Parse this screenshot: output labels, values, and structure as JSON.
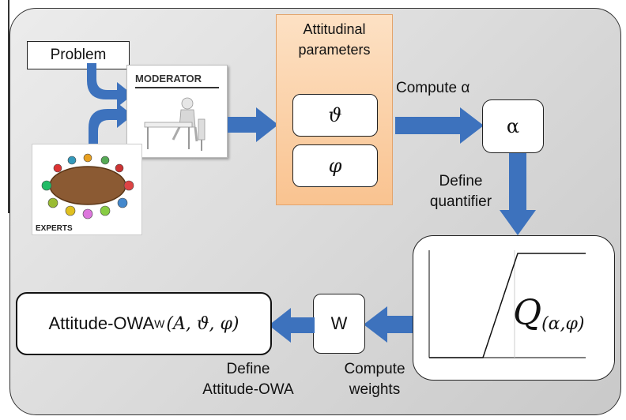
{
  "problem_label": "Problem",
  "moderator_label": "MODERATOR",
  "experts_label": "EXPERTS",
  "attitudinal": {
    "title_line1": "Attitudinal",
    "title_line2": "parameters",
    "param1": "ϑ",
    "param2": "φ"
  },
  "compute_alpha_label": "Compute α",
  "alpha_symbol": "α",
  "define_quantifier_line1": "Define",
  "define_quantifier_line2": "quantifier",
  "quantifier_symbol": "Q",
  "quantifier_subscript": "(α,φ)",
  "weights_symbol": "W",
  "compute_weights_line1": "Compute",
  "compute_weights_line2": "weights",
  "result": {
    "name": "Attitude-OWA",
    "subscript": "W",
    "args": "(A, ϑ, φ)"
  },
  "define_owa_line1": "Define",
  "define_owa_line2": "Attitude-OWA",
  "colors": {
    "arrow": "#3d72bd",
    "attitudinal_fill": "#fbcfa4",
    "attitudinal_border": "#e3a46c",
    "table": "#8b5a33"
  }
}
